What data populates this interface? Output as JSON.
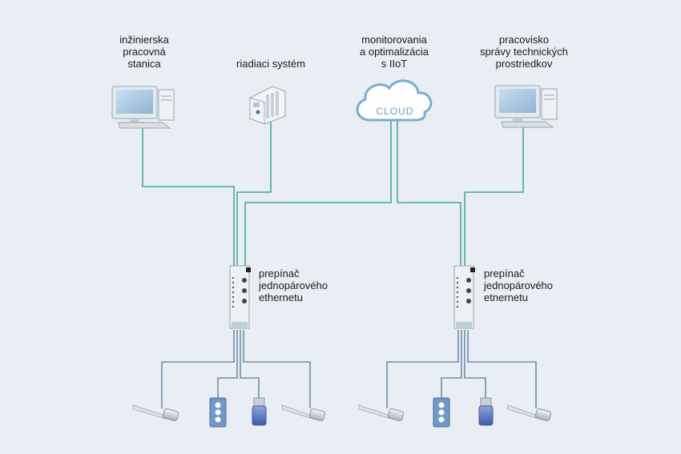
{
  "labels": {
    "engineering_workstation": "inžinierska\npracovná\nstanica",
    "control_system": "riadiaci systém",
    "cloud_monitoring": "monitorovania\na optimalizácia\ns IIoT",
    "asset_management": "pracovisko\nsprávy technických\nprostriedkov",
    "switch_left": "prepínač\njednopárového\nethernetu",
    "switch_right": "prepínač\njednopárového\netnernetu",
    "cloud_text": "CLOUD"
  },
  "colors": {
    "background": "#e8eef3",
    "link": "#4aa59c",
    "device_link": "#6d8fa8",
    "cloud_stroke": "#7aaecf"
  }
}
